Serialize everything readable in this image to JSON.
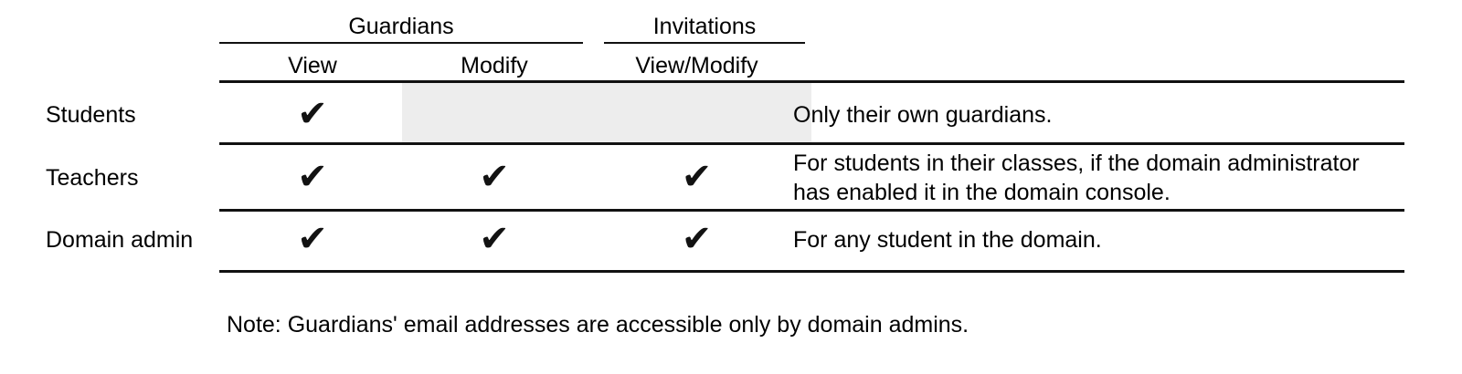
{
  "table": {
    "column_groups": [
      {
        "label": "Guardians",
        "spans": [
          "View",
          "Modify"
        ]
      },
      {
        "label": "Invitations",
        "spans": [
          "View/Modify"
        ]
      }
    ],
    "columns": [
      {
        "key": "role",
        "header": ""
      },
      {
        "key": "guardians_view",
        "header": "View"
      },
      {
        "key": "guardians_modify",
        "header": "Modify"
      },
      {
        "key": "invitations_viewmodify",
        "header": "View/Modify"
      },
      {
        "key": "notes",
        "header": ""
      }
    ],
    "rows": [
      {
        "role": "Students",
        "guardians_view": "✔",
        "guardians_modify": "",
        "guardians_modify_shaded": true,
        "invitations_viewmodify": "",
        "invitations_viewmodify_shaded": true,
        "notes": "Only their own guardians."
      },
      {
        "role": "Teachers",
        "guardians_view": "✔",
        "guardians_modify": "✔",
        "guardians_modify_shaded": false,
        "invitations_viewmodify": "✔",
        "invitations_viewmodify_shaded": false,
        "notes": "For students in their classes, if the domain administrator\nhas enabled it in the domain console."
      },
      {
        "role": "Domain admin",
        "guardians_view": "✔",
        "guardians_modify": "✔",
        "guardians_modify_shaded": false,
        "invitations_viewmodify": "✔",
        "invitations_viewmodify_shaded": false,
        "notes": "For any student in the domain."
      }
    ]
  },
  "footnote": "Note: Guardians' email addresses are accessible only by domain admins.",
  "colors": {
    "rule": "#111111",
    "shaded_cell": "#ededed",
    "text": "#000000",
    "background": "#ffffff"
  },
  "icons": {
    "check": "✔"
  }
}
